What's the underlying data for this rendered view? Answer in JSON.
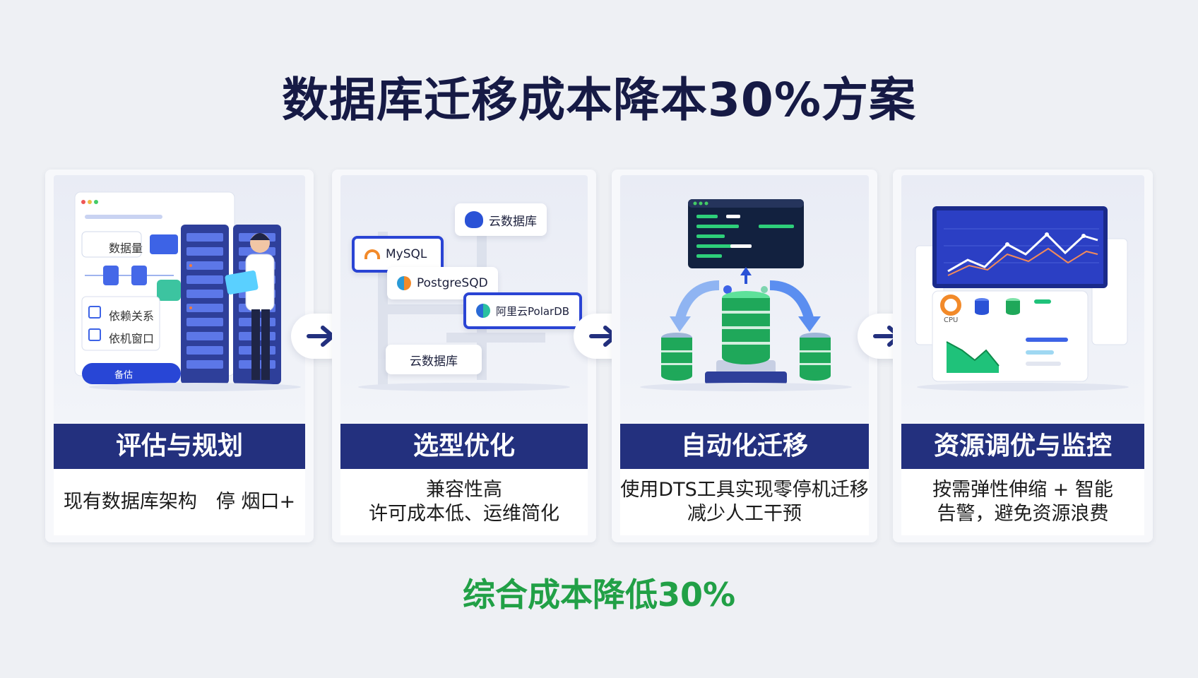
{
  "title": "数据库迁移成本降本30%方案",
  "cards": [
    {
      "heading": "评估与规划",
      "desc_lines": [
        "现有数据库架构　停 烟口+"
      ],
      "art": {
        "items": [
          "数据量",
          "依赖关系",
          "依机窗口"
        ],
        "footer": "备估"
      }
    },
    {
      "heading": "选型优化",
      "desc_lines": [
        "兼容性高",
        "许可成本低、运维简化"
      ],
      "art": {
        "chips": [
          "云数据库",
          "MySQL",
          "PostgreSQD",
          "阿里云PolarDB",
          "云数据库"
        ]
      }
    },
    {
      "heading": "自动化迁移",
      "desc_lines": [
        "使用DTS工具实现零停机迁移",
        "减少人工干预"
      ]
    },
    {
      "heading": "资源调优与监控",
      "desc_lines": [
        "按需弹性伸缩 + 智能",
        "告警，避免资源浪费"
      ],
      "art": {
        "metric_labels": [
          "CPU"
        ]
      }
    }
  ],
  "summary": "综合成本降低30%",
  "colors": {
    "band": "#23307e",
    "accent_green": "#21a046",
    "accent_blue": "#2a44d4"
  }
}
